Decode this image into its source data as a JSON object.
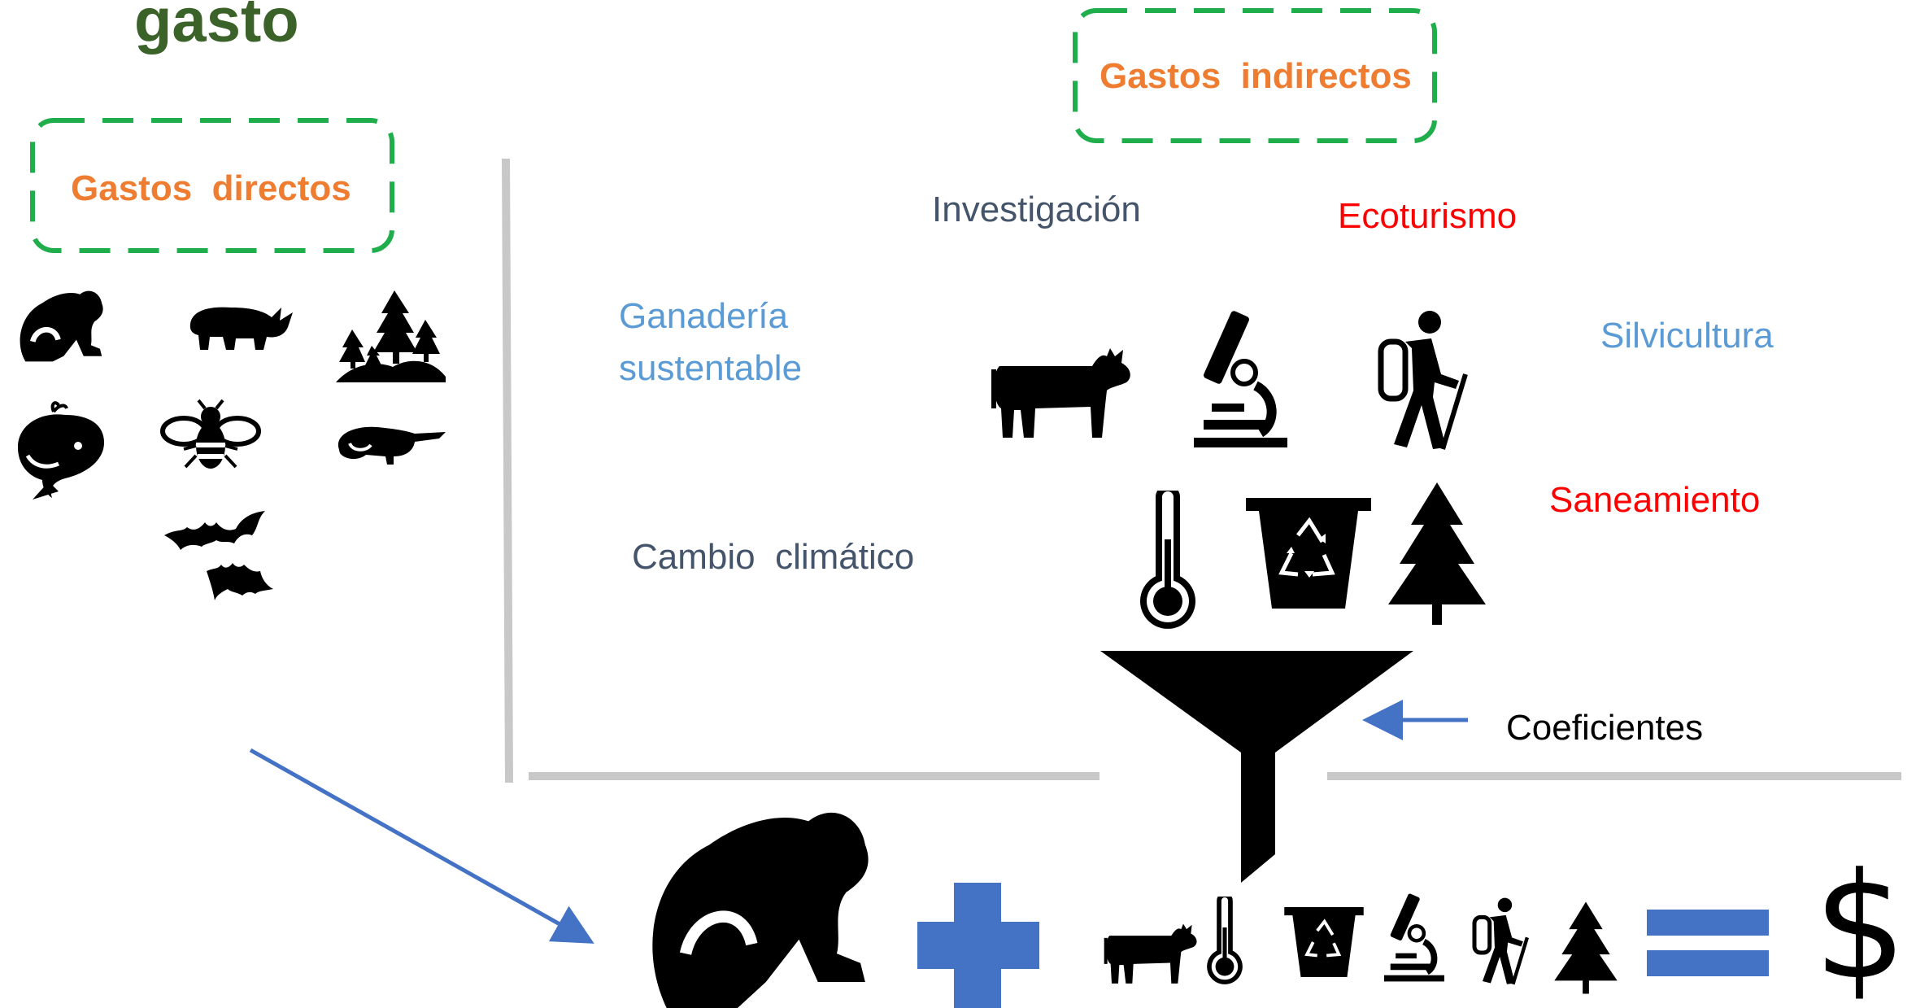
{
  "title": "gasto",
  "direct": {
    "label": "Gastos  directos"
  },
  "indirect": {
    "label": "Gastos  indirectos"
  },
  "categories": {
    "investigacion": "Investigación",
    "ecoturismo": "Ecoturismo",
    "ganaderia_line1": "Ganadería",
    "ganaderia_line2": "sustentable",
    "silvicultura": "Silvicultura",
    "saneamiento": "Saneamiento",
    "cambio_climatico": "Cambio  climático"
  },
  "funnel": {
    "coefficients_label": "Coeficientes"
  },
  "equation": {
    "result_symbol": "$"
  },
  "colors": {
    "title_green": "#3b6228",
    "dashed_green": "#1fae4b",
    "orange": "#ef7d31",
    "slate": "#44546a",
    "red": "#ff0000",
    "light_blue": "#5b9bd5",
    "divider_gray": "#c8c8c8",
    "arrow_blue": "#4472c4",
    "plus_blue": "#4472c4"
  }
}
